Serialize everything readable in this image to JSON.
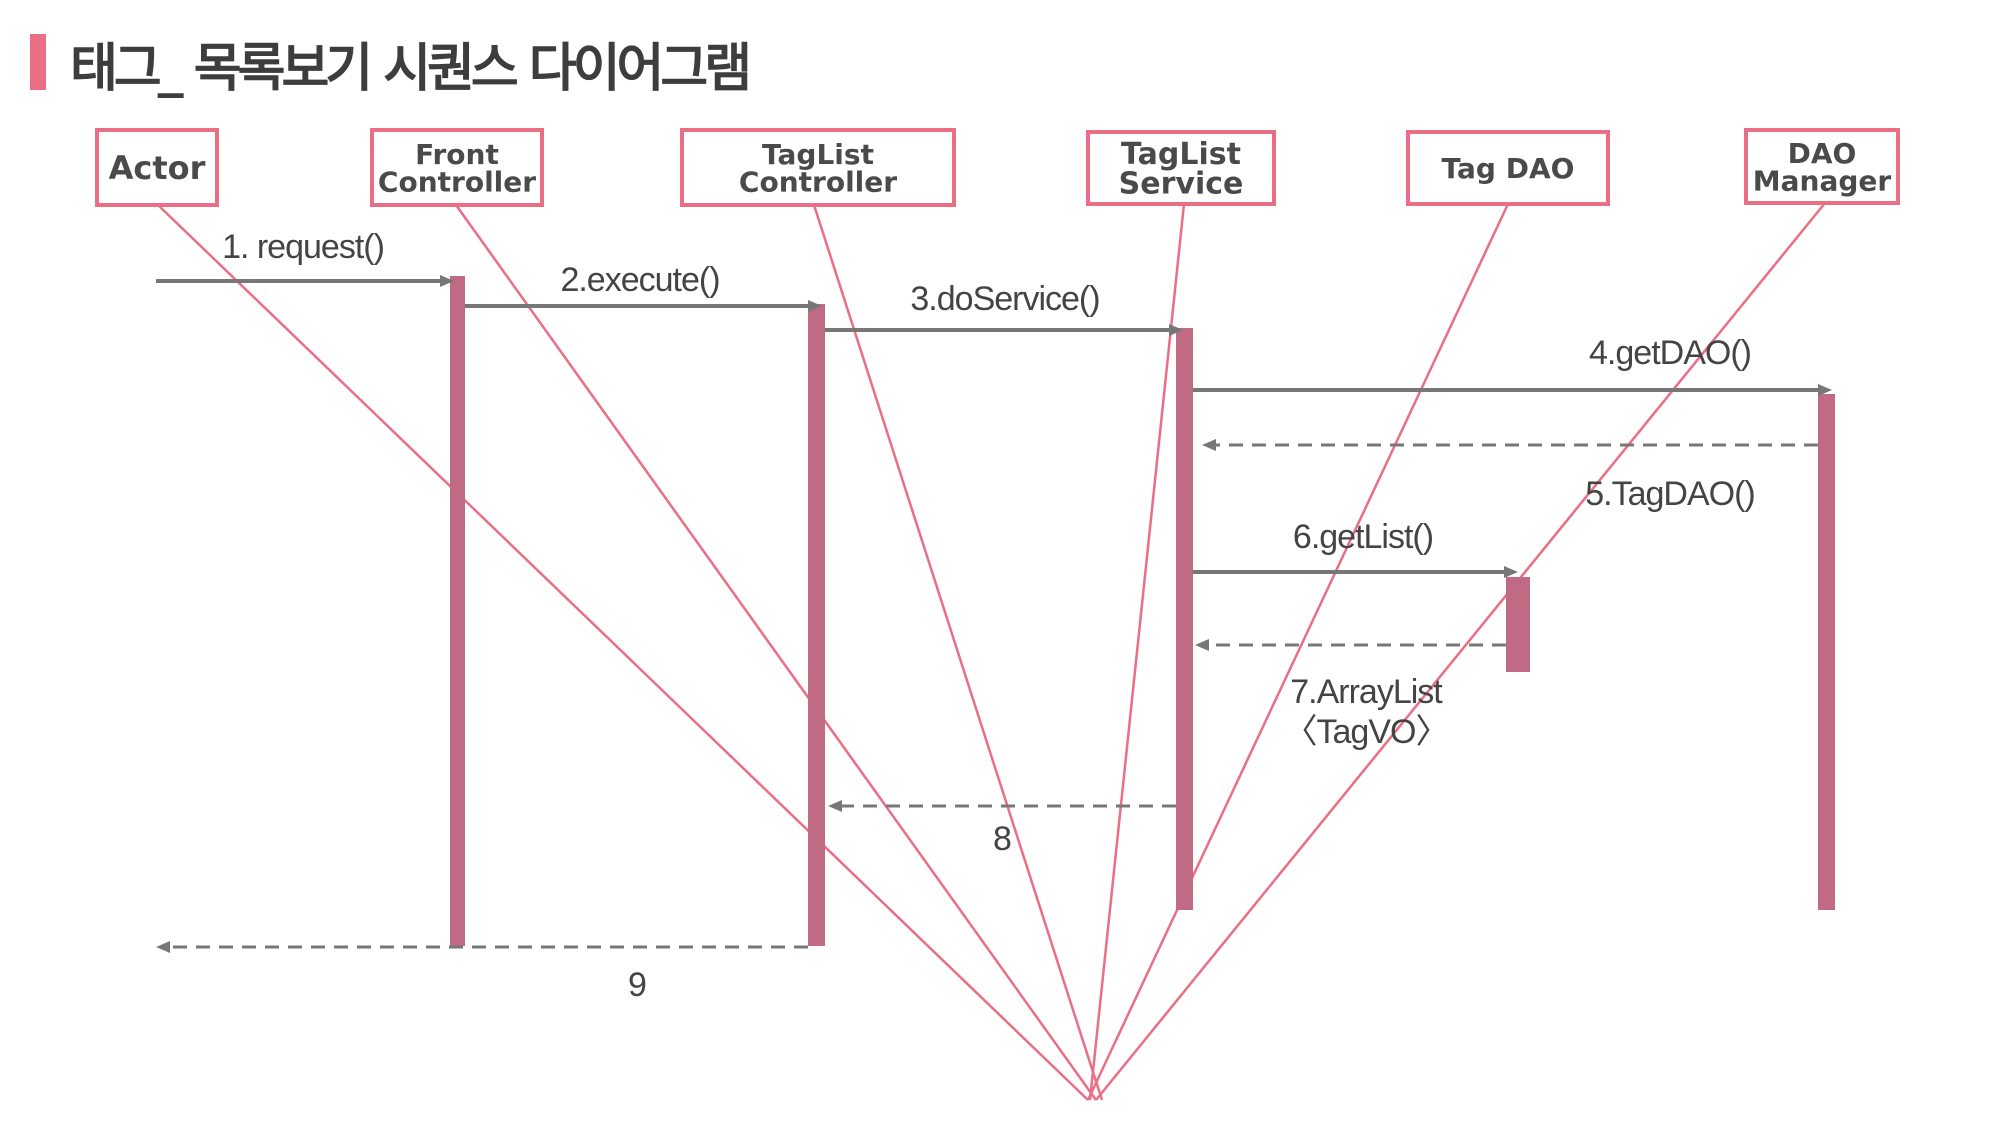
{
  "title": "태그_ 목록보기 시퀀스 다이어그램",
  "colors": {
    "accent": "#ea6f84",
    "activation": "#c06b83",
    "arrow": "#777777",
    "text": "#444444"
  },
  "participants": [
    {
      "id": "actor",
      "lines": [
        "Actor"
      ]
    },
    {
      "id": "front-controller",
      "lines": [
        "Front",
        "Controller"
      ]
    },
    {
      "id": "taglist-controller",
      "lines": [
        "TagList",
        "Controller"
      ]
    },
    {
      "id": "taglist-service",
      "lines": [
        "TagList",
        "Service"
      ]
    },
    {
      "id": "tag-dao",
      "lines": [
        "Tag DAO"
      ]
    },
    {
      "id": "dao-manager",
      "lines": [
        "DAO",
        "Manager"
      ]
    }
  ],
  "messages": [
    {
      "id": "m1",
      "from": "actor",
      "to": "front-controller",
      "type": "call",
      "label": [
        "1. request()"
      ]
    },
    {
      "id": "m2",
      "from": "front-controller",
      "to": "taglist-controller",
      "type": "call",
      "label": [
        "2.execute()"
      ]
    },
    {
      "id": "m3",
      "from": "taglist-controller",
      "to": "taglist-service",
      "type": "call",
      "label": [
        "3.doService()"
      ]
    },
    {
      "id": "m4",
      "from": "taglist-service",
      "to": "dao-manager",
      "type": "call",
      "label": [
        "4.getDAO()"
      ]
    },
    {
      "id": "m5",
      "from": "dao-manager",
      "to": "taglist-service",
      "type": "return",
      "label": [
        "5.TagDAO()"
      ]
    },
    {
      "id": "m6",
      "from": "taglist-service",
      "to": "tag-dao",
      "type": "call",
      "label": [
        "6.getList()"
      ]
    },
    {
      "id": "m7",
      "from": "tag-dao",
      "to": "taglist-service",
      "type": "return",
      "label": [
        "7.ArrayList",
        "〈TagVO〉"
      ]
    },
    {
      "id": "m8",
      "from": "taglist-service",
      "to": "taglist-controller",
      "type": "return",
      "label": [
        "8"
      ]
    },
    {
      "id": "m9",
      "from": "taglist-controller",
      "to": "actor",
      "type": "return",
      "label": [
        "9"
      ]
    }
  ]
}
